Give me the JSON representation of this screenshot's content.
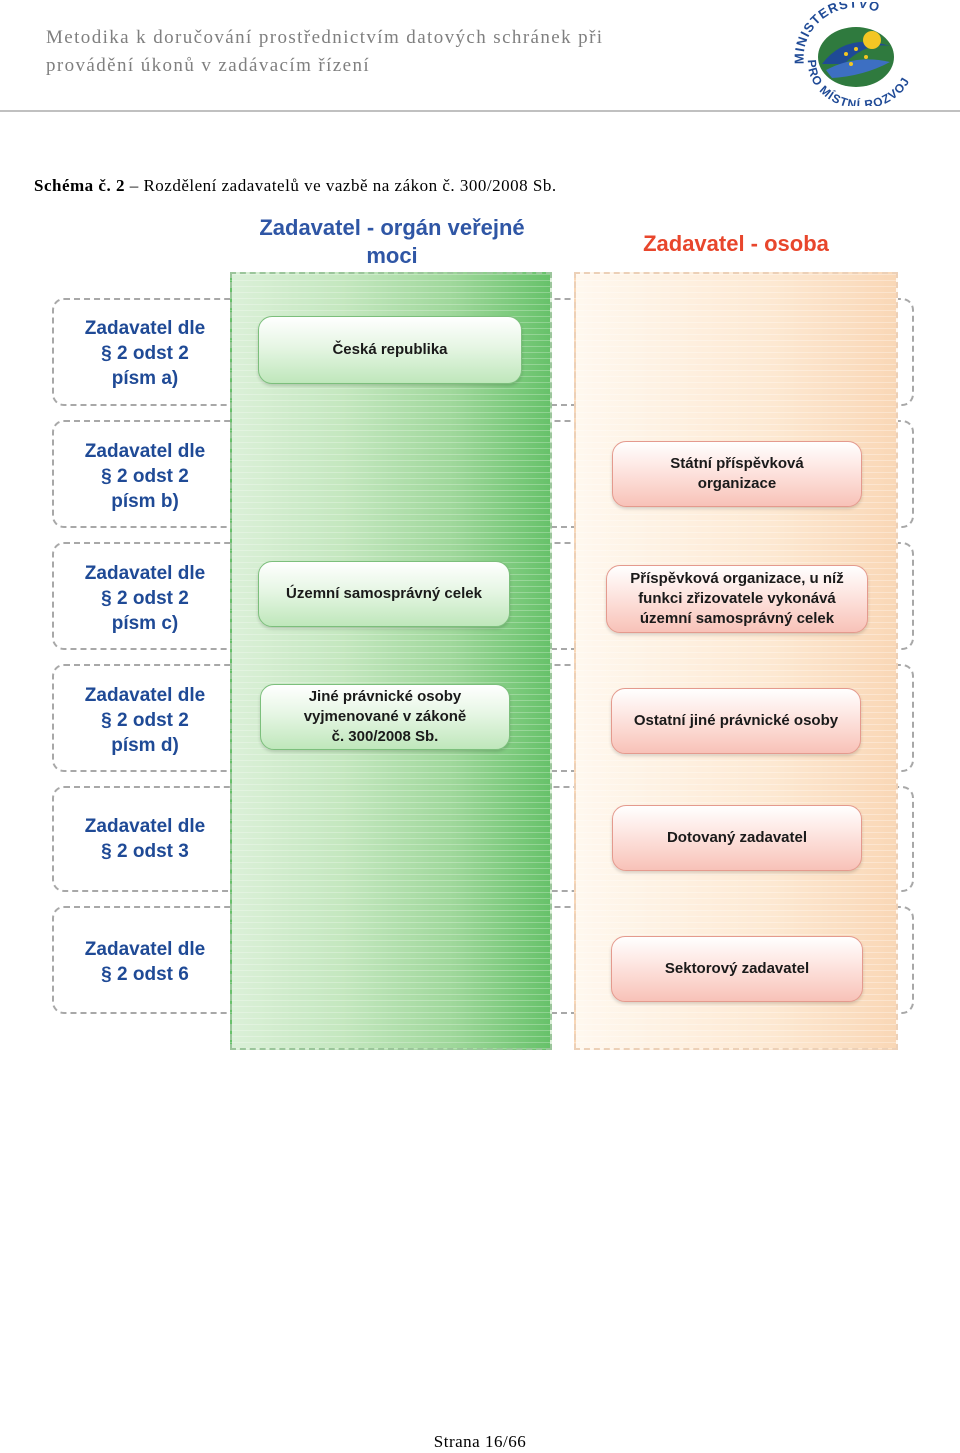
{
  "header": {
    "line1": "Metodika k doručování prostřednictvím datových schránek při",
    "line2": "provádění úkonů v zadávacím řízení",
    "logo_text_top": "MINISTERSTVO",
    "logo_text_bottom": "PRO MÍSTNÍ ROZVOJ"
  },
  "caption": {
    "bold": "Schéma č. 2",
    "text": " – Rozdělení zadavatelů ve vazbě na zákon č. 300/2008 Sb."
  },
  "columns": {
    "green_title_1": "Zadavatel - orgán veřejné",
    "green_title_2": "moci",
    "orange_title": "Zadavatel - osoba"
  },
  "rows": [
    {
      "label": [
        "Zadavatel dle",
        "§ 2 odst 2",
        "písm a)"
      ],
      "green": [
        "Česká republika"
      ],
      "orange": []
    },
    {
      "label": [
        "Zadavatel dle",
        "§ 2 odst 2",
        "písm b)"
      ],
      "green": [],
      "orange": [
        "Státní příspěvková",
        "organizace"
      ]
    },
    {
      "label": [
        "Zadavatel dle",
        "§ 2 odst 2",
        "písm c)"
      ],
      "green": [
        "Územní samosprávný celek"
      ],
      "orange": [
        "Příspěvková organizace, u níž",
        "funkci zřizovatele vykonává",
        "územní samosprávný celek"
      ]
    },
    {
      "label": [
        "Zadavatel dle",
        "§ 2 odst 2",
        "písm d)"
      ],
      "green": [
        "Jiné právnické osoby",
        "vyjmenované v zákoně",
        "č. 300/2008 Sb."
      ],
      "orange": [
        "Ostatní jiné právnické osoby"
      ]
    },
    {
      "label": [
        "Zadavatel dle",
        "§ 2 odst 3"
      ],
      "green": [],
      "orange": [
        "Dotovaný zadavatel"
      ]
    },
    {
      "label": [
        "Zadavatel dle",
        "§ 2 odst 6"
      ],
      "green": [],
      "orange": [
        "Sektorový zadavatel"
      ]
    }
  ],
  "footer": {
    "page": "Strana 16/66"
  },
  "colors": {
    "label_blue": "#1f4a96",
    "title_blue": "#2f56a5",
    "title_orange": "#e8462c",
    "green_column": "#9ed79a",
    "orange_column": "#fde9d3"
  }
}
